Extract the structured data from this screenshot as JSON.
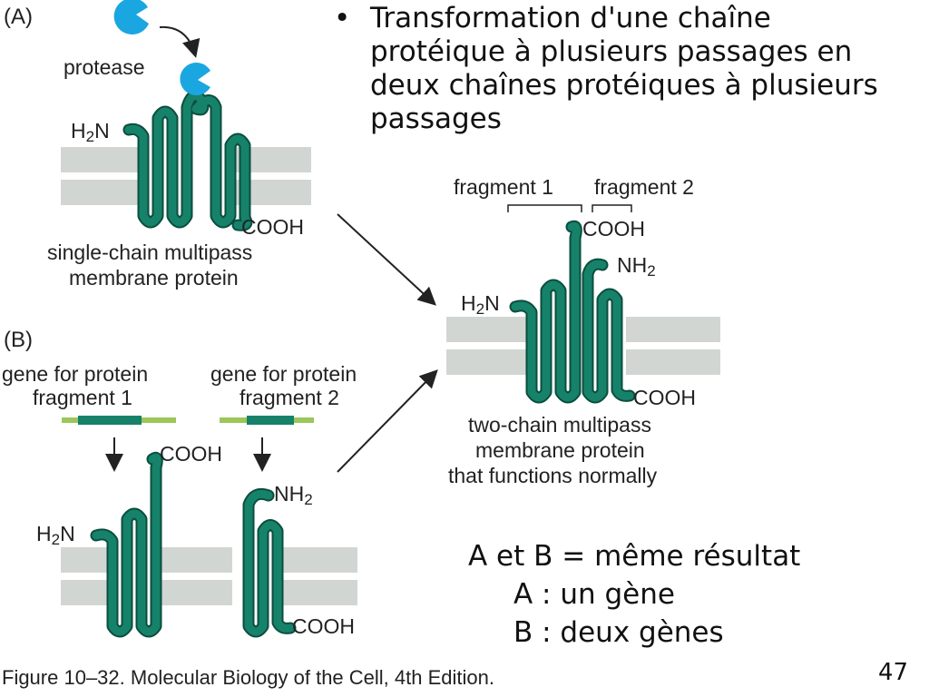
{
  "bullet": {
    "symbol": "•",
    "text": "Transformation d'une chaîne protéique à plusieurs passages en deux chaînes protéiques à plusieurs passages"
  },
  "panel_a": {
    "label": "(A)",
    "protease": "protease",
    "n_terminus_main": "H",
    "n_terminus_sub": "2",
    "n_terminus_tail": "N",
    "c_terminus": "COOH",
    "caption_line1": "single-chain multipass",
    "caption_line2": "membrane protein"
  },
  "panel_b": {
    "label": "(B)",
    "gene1_line1": "gene for protein",
    "gene1_line2": "fragment 1",
    "gene2_line1": "gene for protein",
    "gene2_line2": "fragment 2",
    "frag1_cooh": "COOH",
    "frag1_n_main": "H",
    "frag1_n_sub": "2",
    "frag1_n_tail": "N",
    "frag2_n_main": "NH",
    "frag2_n_sub": "2",
    "frag2_cooh": "COOH"
  },
  "result": {
    "fragment1": "fragment 1",
    "fragment2": "fragment 2",
    "cooh_top": "COOH",
    "nh_main": "NH",
    "nh_sub": "2",
    "h2n_main": "H",
    "h2n_sub": "2",
    "h2n_tail": "N",
    "cooh_bottom": "COOH",
    "caption_line1": "two-chain multipass",
    "caption_line2": "membrane protein",
    "caption_line3": "that functions normally"
  },
  "summary": {
    "line1": "A et B = même résultat",
    "line2": "A : un gène",
    "line3": "B : deux gènes"
  },
  "figure_caption": "Figure 10–32. Molecular Biology of the Cell, 4th Edition.",
  "page_number": "47",
  "colors": {
    "protein": "#16826a",
    "protein_dark": "#0b4e3e",
    "membrane": "#d2d6d3",
    "protease": "#1aa6e0",
    "gene_bar": "#9cc65a"
  }
}
